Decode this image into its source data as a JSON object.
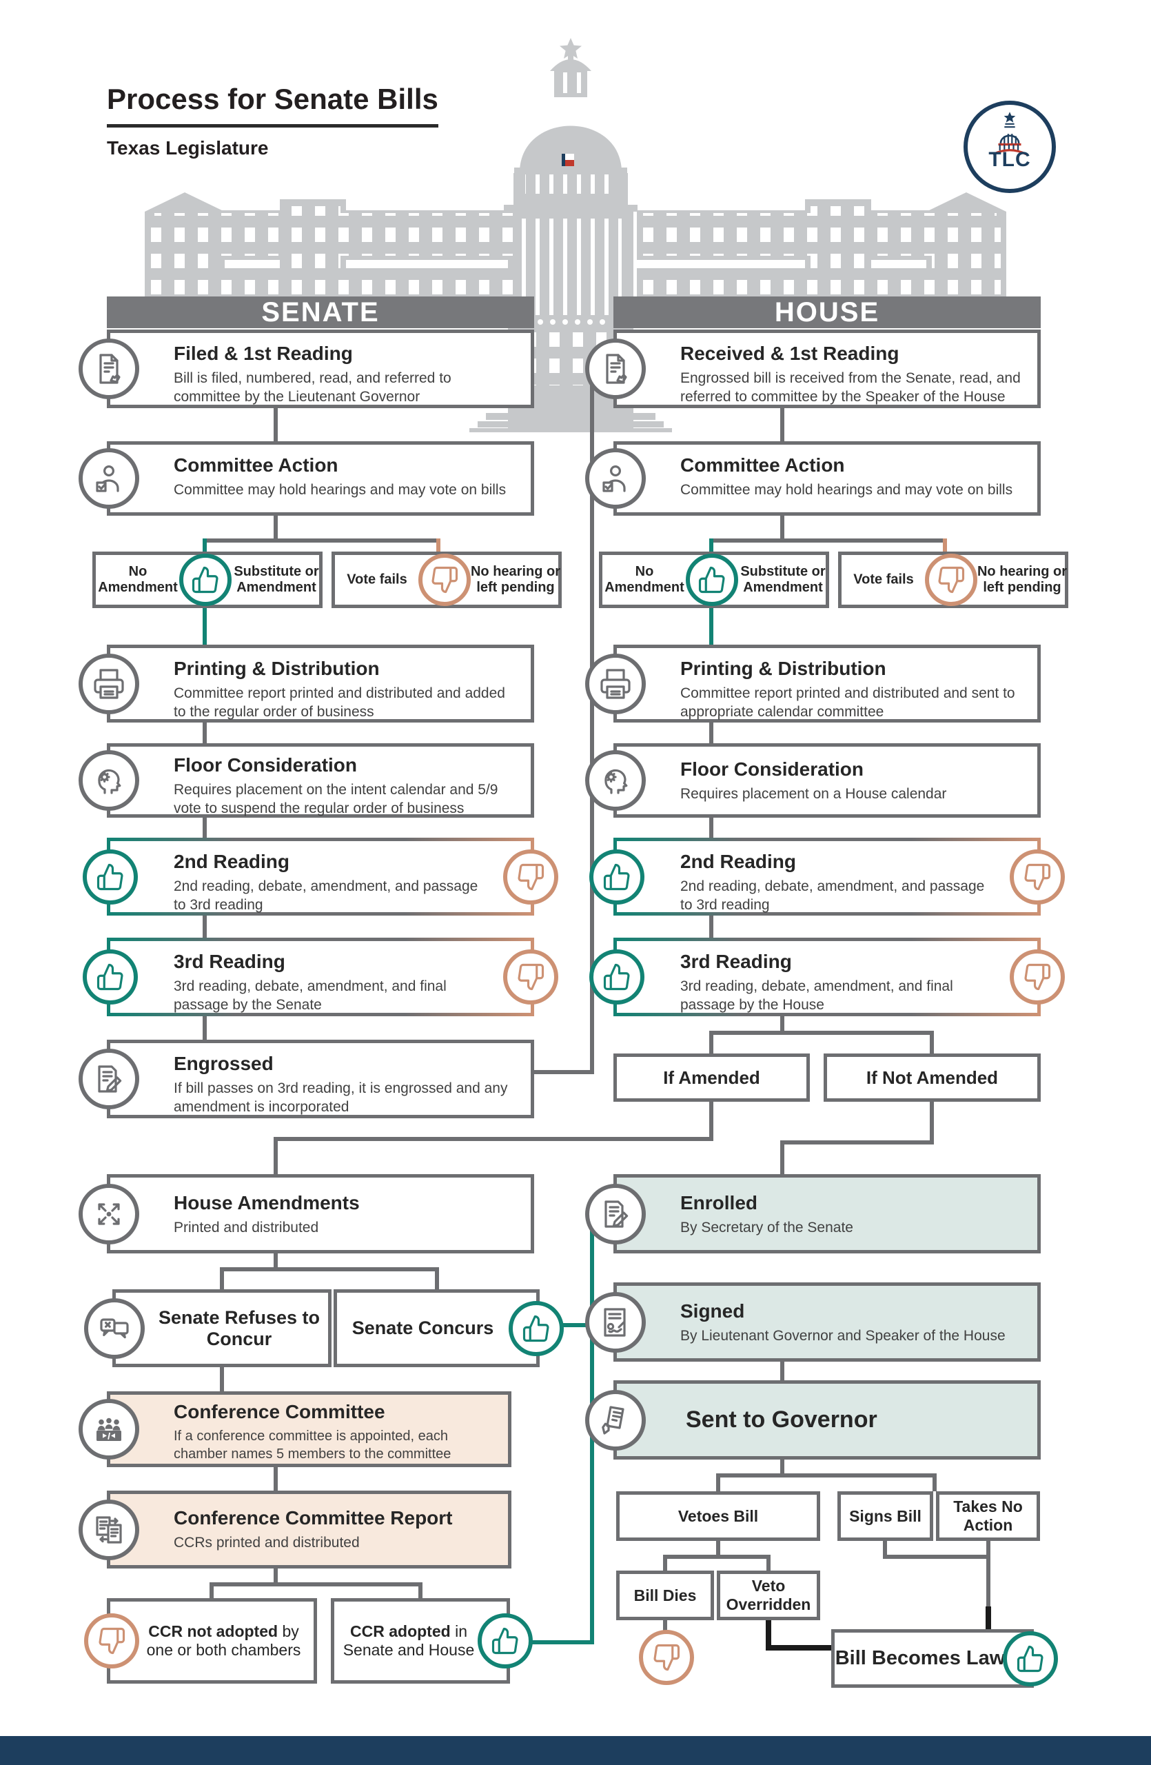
{
  "header": {
    "title": "Process for Senate Bills",
    "subtitle": "Texas Legislature",
    "logo": "TLC"
  },
  "senate": {
    "label": "SENATE",
    "filed_title": "Filed & 1st Reading",
    "filed_desc": "Bill is filed, numbered, read, and referred to committee by the Lieutenant Governor",
    "committee_title": "Committee Action",
    "committee_desc": "Committee may hold hearings and may vote on bills",
    "pass_left": "No Amendment",
    "pass_right": "Substitute or Amendment",
    "fail_left": "Vote fails",
    "fail_right": "No hearing or left pending",
    "printing_title": "Printing & Distribution",
    "printing_desc": "Committee report printed and distributed and added to the regular order of business",
    "floor_title": "Floor Consideration",
    "floor_desc": "Requires placement on the intent calendar and 5/9 vote to suspend the regular order of business",
    "second_title": "2nd Reading",
    "second_desc": "2nd reading, debate, amendment, and passage to 3rd reading",
    "third_title": "3rd Reading",
    "third_desc": "3rd reading, debate, amendment, and final passage by the Senate",
    "engrossed_title": "Engrossed",
    "engrossed_desc": "If bill passes on 3rd reading, it is engrossed and any amendment is incorporated"
  },
  "house": {
    "label": "HOUSE",
    "received_title": "Received & 1st Reading",
    "received_desc": "Engrossed bill is received from the Senate, read, and referred to committee by the Speaker of the House",
    "committee_title": "Committee Action",
    "committee_desc": "Committee may hold hearings and may vote on bills",
    "pass_left": "No Amendment",
    "pass_right": "Substitute or Amendment",
    "fail_left": "Vote fails",
    "fail_right": "No hearing or left pending",
    "printing_title": "Printing & Distribution",
    "printing_desc": "Committee report printed and distributed and sent to appropriate calendar committee",
    "floor_title": "Floor Consideration",
    "floor_desc": "Requires placement on a House calendar",
    "second_title": "2nd Reading",
    "second_desc": "2nd reading, debate, amendment, and passage to 3rd reading",
    "third_title": "3rd Reading",
    "third_desc": "3rd reading, debate, amendment, and final passage by the House",
    "if_amended": "If Amended",
    "if_not_amended": "If Not Amended"
  },
  "resolution": {
    "house_amendments_title": "House Amendments",
    "house_amendments_desc": "Printed and distributed",
    "refuses": "Senate Refuses to Concur",
    "concurs": "Senate Concurs",
    "conference_title": "Conference Committee",
    "conference_desc": "If a conference committee is appointed, each chamber names 5 members to the committee",
    "ccr_title": "Conference Committee Report",
    "ccr_desc": "CCRs printed and distributed",
    "ccr_not_bold": "CCR not adopted",
    "ccr_not_rest": " by one or both chambers",
    "ccr_yes_bold": "CCR adopted",
    "ccr_yes_rest": " in Senate and House",
    "enrolled_title": "Enrolled",
    "enrolled_desc": "By Secretary of the Senate",
    "signed_title": "Signed",
    "signed_desc": "By Lieutenant Governor and Speaker of the House",
    "sent": "Sent to Governor",
    "vetoes": "Vetoes Bill",
    "signs": "Signs Bill",
    "no_action": "Takes No Action",
    "bill_dies": "Bill Dies",
    "veto_overridden": "Veto Overridden",
    "becomes_law": "Bill Becomes Law"
  },
  "colors": {
    "teal": "#128374",
    "orange": "#cd9173",
    "gray": "#6d6e71",
    "bar_gray": "#77787b",
    "light_teal": "#dce8e5",
    "peach": "#f8e9dd",
    "navy": "#1d3e5e",
    "silhouette": "#c6c8ca"
  }
}
